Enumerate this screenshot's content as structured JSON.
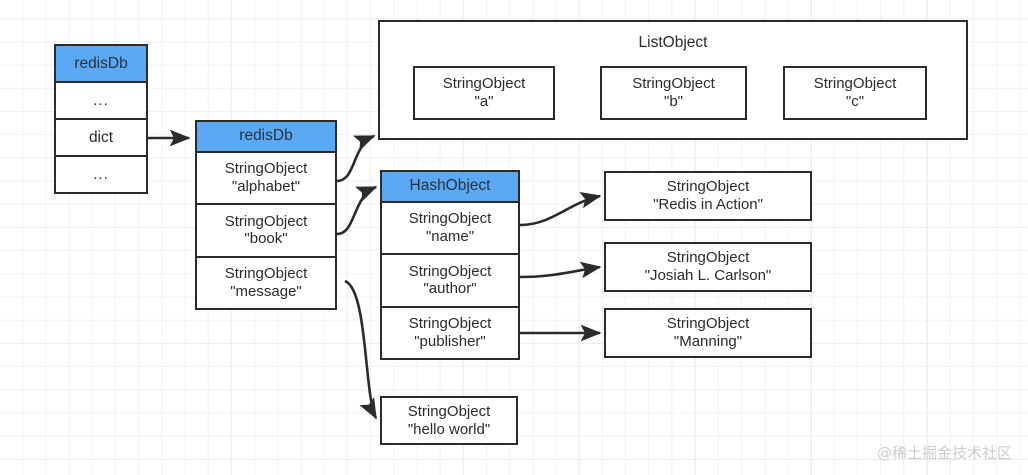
{
  "diagram": {
    "title": "Redis database key-space object diagram",
    "accent_color": "#5BA9F5",
    "stroke_color": "#2b2b2b",
    "background_color": "#ffffff",
    "grid_color": "#e6e6e6"
  },
  "server_table": {
    "header": "redisDb",
    "rows": [
      {
        "label": "..."
      },
      {
        "label": "dict"
      },
      {
        "label": "..."
      }
    ]
  },
  "db_table": {
    "header": "redisDb",
    "rows": [
      {
        "type": "StringObject",
        "value": "\"alphabet\""
      },
      {
        "type": "StringObject",
        "value": "\"book\""
      },
      {
        "type": "StringObject",
        "value": "\"message\""
      }
    ]
  },
  "list_object": {
    "title": "ListObject",
    "items": [
      {
        "type": "StringObject",
        "value": "\"a\""
      },
      {
        "type": "StringObject",
        "value": "\"b\""
      },
      {
        "type": "StringObject",
        "value": "\"c\""
      }
    ]
  },
  "hash_object": {
    "header": "HashObject",
    "fields": [
      {
        "type": "StringObject",
        "value": "\"name\""
      },
      {
        "type": "StringObject",
        "value": "\"author\""
      },
      {
        "type": "StringObject",
        "value": "\"publisher\""
      }
    ],
    "values": [
      {
        "type": "StringObject",
        "value": "\"Redis in Action\""
      },
      {
        "type": "StringObject",
        "value": "\"Josiah L. Carlson\""
      },
      {
        "type": "StringObject",
        "value": "\"Manning\""
      }
    ]
  },
  "message_object": {
    "type": "StringObject",
    "value": "\"hello world\""
  },
  "watermark": {
    "text": "@稀土掘金技术社区"
  }
}
